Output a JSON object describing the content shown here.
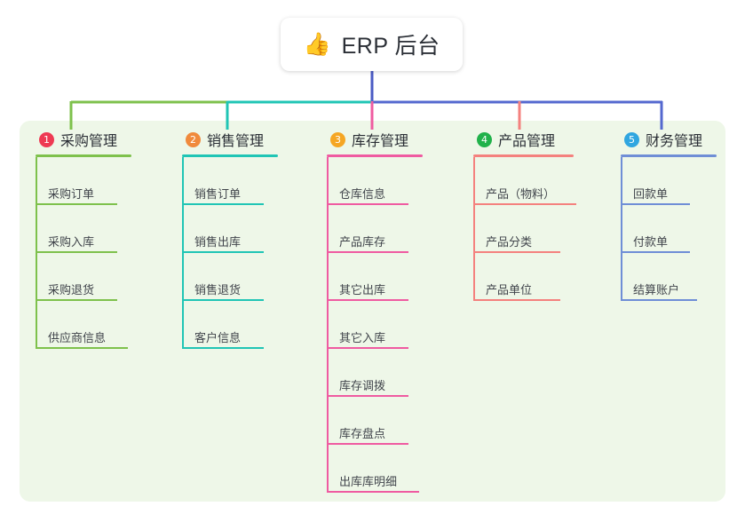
{
  "root": {
    "icon": "thumbs-up-icon",
    "emoji": "👍",
    "title": "ERP 后台"
  },
  "panel": {
    "background": "#eef7e8"
  },
  "columns": [
    {
      "index": "1",
      "badge_color": "#ee3a53",
      "line_color": "#7ec14c",
      "title": "采购管理",
      "items": [
        {
          "label": "采购订单",
          "rule_width": 92
        },
        {
          "label": "采购入库",
          "rule_width": 92
        },
        {
          "label": "采购退货",
          "rule_width": 92
        },
        {
          "label": "供应商信息",
          "rule_width": 104
        }
      ]
    },
    {
      "index": "2",
      "badge_color": "#f08a3c",
      "line_color": "#20c5b5",
      "title": "销售管理",
      "items": [
        {
          "label": "销售订单",
          "rule_width": 92
        },
        {
          "label": "销售出库",
          "rule_width": 92
        },
        {
          "label": "销售退货",
          "rule_width": 92
        },
        {
          "label": "客户信息",
          "rule_width": 92
        }
      ]
    },
    {
      "index": "3",
      "badge_color": "#f5a623",
      "line_color": "#ef5ba1",
      "title": "库存管理",
      "items": [
        {
          "label": "仓库信息",
          "rule_width": 92
        },
        {
          "label": "产品库存",
          "rule_width": 92
        },
        {
          "label": "其它出库",
          "rule_width": 92
        },
        {
          "label": "其它入库",
          "rule_width": 92
        },
        {
          "label": "库存调拨",
          "rule_width": 92
        },
        {
          "label": "库存盘点",
          "rule_width": 92
        },
        {
          "label": "出库库明细",
          "rule_width": 104
        }
      ]
    },
    {
      "index": "4",
      "badge_color": "#21b24b",
      "line_color": "#f4817e",
      "title": "产品管理",
      "items": [
        {
          "label": "产品（物料）",
          "rule_width": 116
        },
        {
          "label": "产品分类",
          "rule_width": 98
        },
        {
          "label": "产品单位",
          "rule_width": 98
        }
      ]
    },
    {
      "index": "5",
      "badge_color": "#30a6e0",
      "line_color": "#6f8ed6",
      "title": "财务管理",
      "items": [
        {
          "label": "回款单",
          "rule_width": 78
        },
        {
          "label": "付款单",
          "rule_width": 78
        },
        {
          "label": "结算账户",
          "rule_width": 86
        }
      ]
    }
  ],
  "wires": {
    "root_stem_color": "#4b5bc4",
    "bus_left_color": "#7ec14c",
    "bus_mid_color": "#20c5b5",
    "bus_right_color": "#5468cf",
    "drop_colors": [
      "#7ec14c",
      "#20c5b5",
      "#ef5ba1",
      "#f4817e",
      "#5468cf"
    ]
  }
}
